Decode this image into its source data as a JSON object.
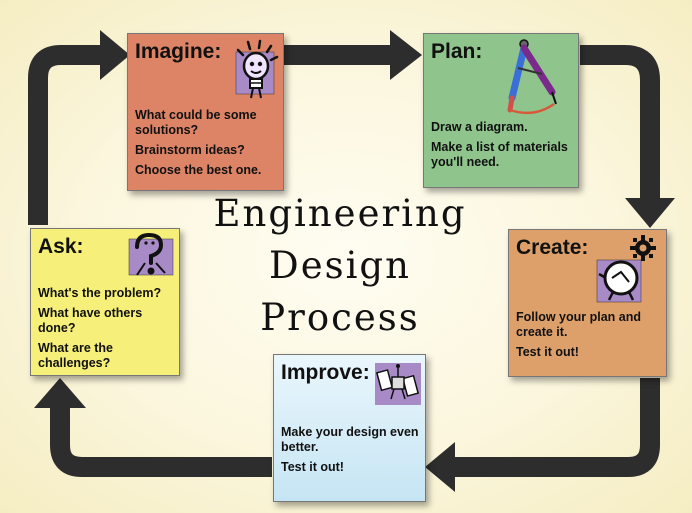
{
  "title": {
    "line1": "Engineering",
    "line2": "Design",
    "line3": "Process"
  },
  "steps": {
    "imagine": {
      "title": "Imagine:",
      "lines": [
        "What could be some solutions?",
        "Brainstorm ideas?",
        "Choose the best one."
      ],
      "color": "#dd8466",
      "icon": "lightbulb-icon"
    },
    "plan": {
      "title": "Plan:",
      "lines": [
        "Draw a diagram.",
        "Make a list of materials you'll need."
      ],
      "color": "#8fc48d",
      "icon": "compass-icon"
    },
    "create": {
      "title": "Create:",
      "lines": [
        "Follow your plan and create it.",
        "Test it out!"
      ],
      "color": "#dea06b",
      "icon": "gear-clock-icon"
    },
    "improve": {
      "title": "Improve:",
      "lines": [
        "Make your design even better.",
        "Test it out!"
      ],
      "color": "#cfe9f6",
      "icon": "satellite-icon"
    },
    "ask": {
      "title": "Ask:",
      "lines": [
        "What's the problem?",
        "What have others done?",
        "What are the challenges?"
      ],
      "color": "#f6f07a",
      "icon": "question-mark-icon"
    }
  },
  "colors": {
    "arrow": "#2d2d2d",
    "icon_purple": "#a88ac7"
  }
}
